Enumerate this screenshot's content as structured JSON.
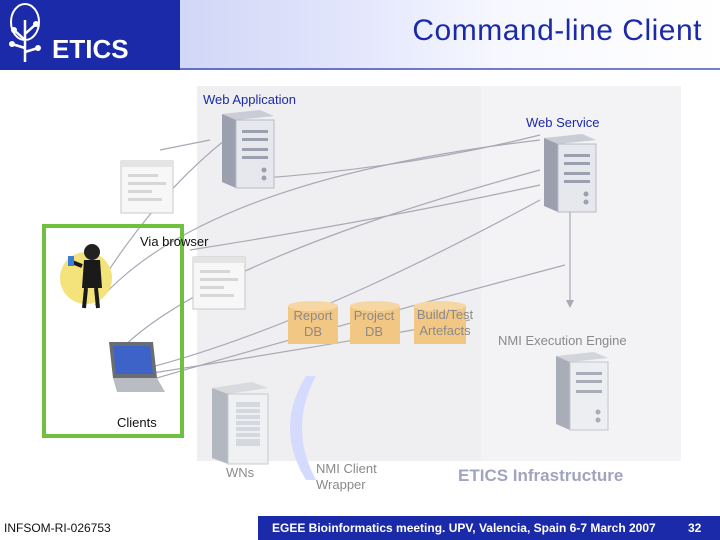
{
  "header": {
    "title": "Command-line Client",
    "logo_text": "ETICS"
  },
  "diagram": {
    "web_application": "Web Application",
    "web_service": "Web Service",
    "via_browser": "Via browser",
    "report_db": [
      "Report",
      "DB"
    ],
    "project_db": [
      "Project",
      "DB"
    ],
    "build_test": [
      "Build/Test",
      "Artefacts"
    ],
    "nmi_engine": "NMI Execution Engine",
    "clients": "Clients",
    "wns": "WNs",
    "nmi_client_wrapper": [
      "NMI Client",
      "Wrapper"
    ],
    "etics_infra": "ETICS Infrastructure"
  },
  "footer": {
    "code": "INFSOM-RI-026753",
    "event": "EGEE Bioinformatics meeting. UPV, Valencia, Spain 6-7 March 2007",
    "page": "32"
  },
  "colors": {
    "brand": "#1b2aa8",
    "clients_frame": "#6fc03f",
    "db": "#f2c784"
  }
}
